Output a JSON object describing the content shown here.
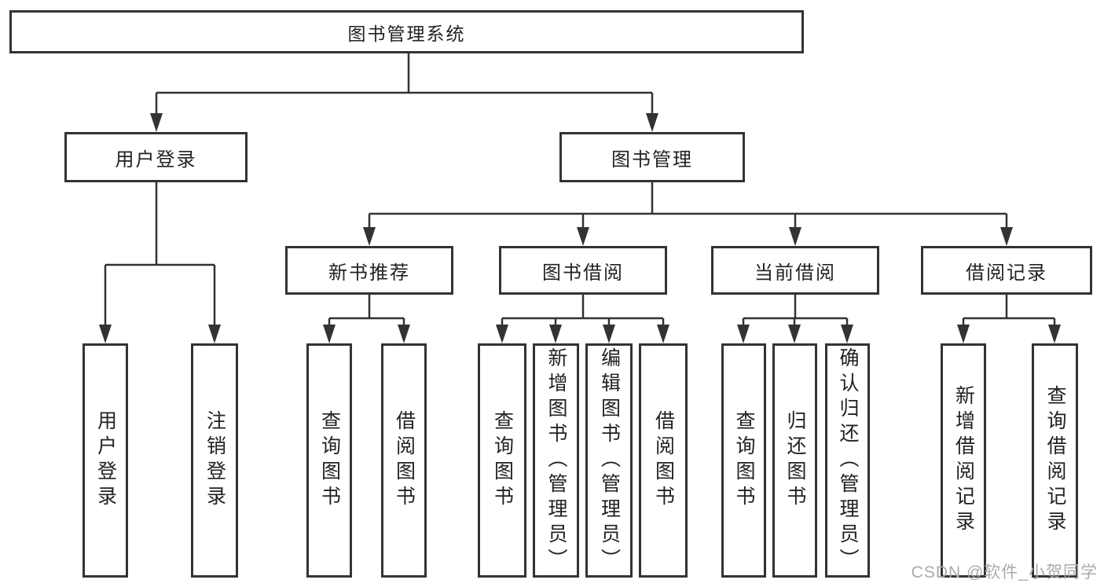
{
  "diagram": {
    "root": {
      "label": "图书管理系统"
    },
    "branches": [
      {
        "label": "用户登录",
        "children": [
          {
            "label": "用户登录"
          },
          {
            "label": "注销登录"
          }
        ]
      },
      {
        "label": "图书管理",
        "children": [
          {
            "label": "新书推荐",
            "children": [
              {
                "label": "查询图书"
              },
              {
                "label": "借阅图书"
              }
            ]
          },
          {
            "label": "图书借阅",
            "children": [
              {
                "label": "查询图书"
              },
              {
                "label": "新增图书（管理员）"
              },
              {
                "label": "编辑图书（管理员）"
              },
              {
                "label": "借阅图书"
              }
            ]
          },
          {
            "label": "当前借阅",
            "children": [
              {
                "label": "查询图书"
              },
              {
                "label": "归还图书"
              },
              {
                "label": "确认归还（管理员）"
              }
            ]
          },
          {
            "label": "借阅记录",
            "children": [
              {
                "label": "新增借阅记录"
              },
              {
                "label": "查询借阅记录"
              }
            ]
          }
        ]
      }
    ]
  },
  "watermark": {
    "text": "CSDN @软件_小贺同学"
  },
  "colors": {
    "line": "#333333",
    "text": "#222222",
    "background": "#ffffff",
    "watermark": "#ababab"
  }
}
